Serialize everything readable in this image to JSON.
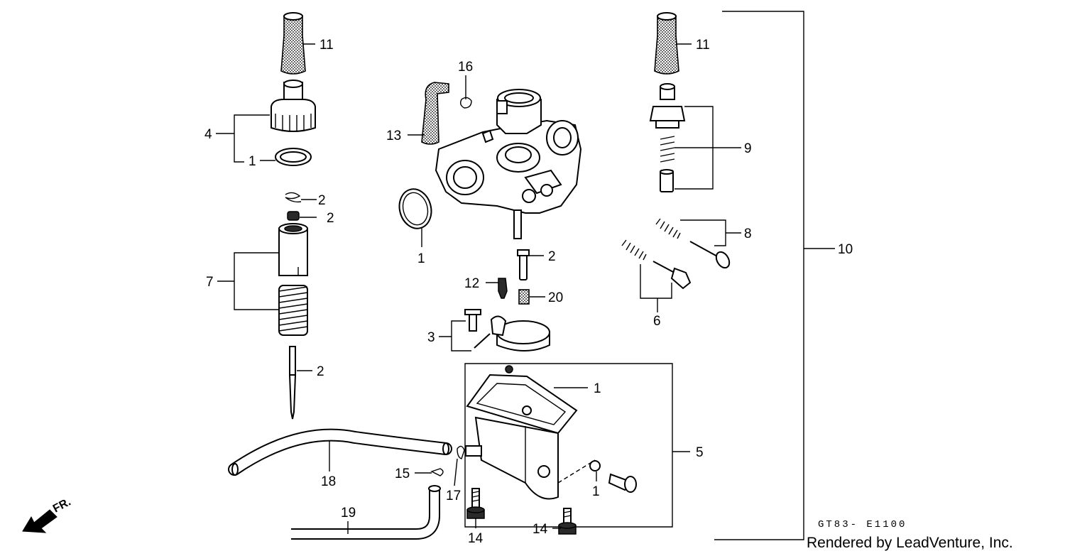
{
  "diagram": {
    "drawing_code": "GT83- E1100",
    "credit": "Rendered by LeadVenture, Inc.",
    "direction_label": "FR.",
    "callouts": [
      {
        "id": "c11a",
        "text": "11"
      },
      {
        "id": "c4",
        "text": "4"
      },
      {
        "id": "c1a",
        "text": "1"
      },
      {
        "id": "c2a",
        "text": "2"
      },
      {
        "id": "c2b",
        "text": "2"
      },
      {
        "id": "c7",
        "text": "7"
      },
      {
        "id": "c2c",
        "text": "2"
      },
      {
        "id": "c16",
        "text": "16"
      },
      {
        "id": "c13",
        "text": "13"
      },
      {
        "id": "c1b",
        "text": "1"
      },
      {
        "id": "c2d",
        "text": "2"
      },
      {
        "id": "c12",
        "text": "12"
      },
      {
        "id": "c20",
        "text": "20"
      },
      {
        "id": "c3",
        "text": "3"
      },
      {
        "id": "c1c",
        "text": "1"
      },
      {
        "id": "c5",
        "text": "5"
      },
      {
        "id": "c1d",
        "text": "1"
      },
      {
        "id": "c18",
        "text": "18"
      },
      {
        "id": "c15",
        "text": "15"
      },
      {
        "id": "c17",
        "text": "17"
      },
      {
        "id": "c19",
        "text": "19"
      },
      {
        "id": "c14a",
        "text": "14"
      },
      {
        "id": "c14b",
        "text": "14"
      },
      {
        "id": "c11b",
        "text": "11"
      },
      {
        "id": "c9",
        "text": "9"
      },
      {
        "id": "c8",
        "text": "8"
      },
      {
        "id": "c6",
        "text": "6"
      },
      {
        "id": "c10",
        "text": "10"
      }
    ]
  }
}
